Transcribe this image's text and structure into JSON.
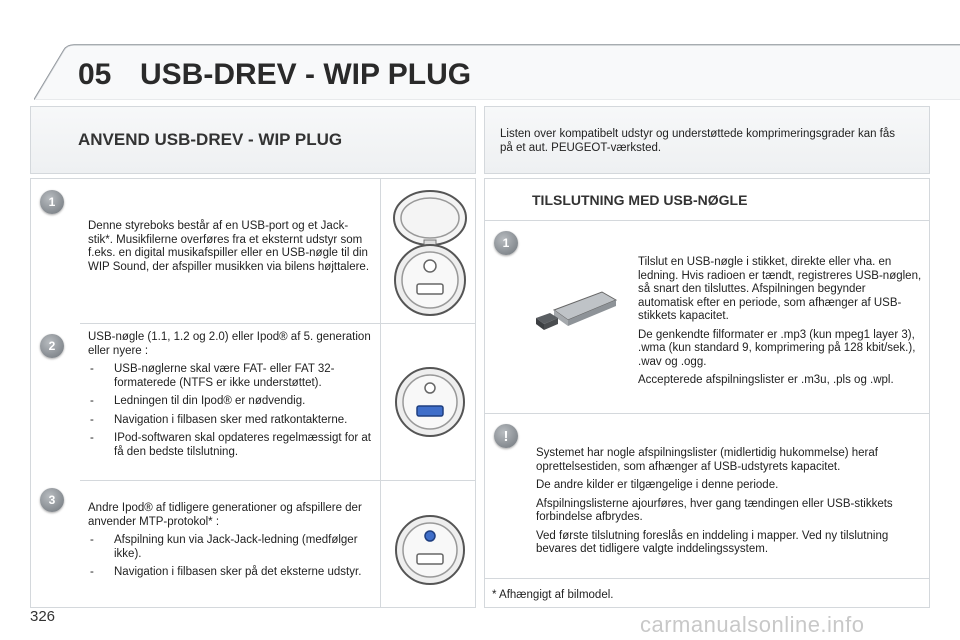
{
  "header": {
    "chapter": "05",
    "title": "USB-DREV - WIP PLUG"
  },
  "left": {
    "title": "ANVEND USB-DREV - WIP PLUG",
    "s1": {
      "num": "1",
      "text": "Denne styreboks består af en USB-port og et Jack-stik*. Musikfilerne overføres fra et eksternt udstyr som f.eks. en digital musikafspiller eller en USB-nøgle til din WIP Sound, der afspiller musikken via bilens højttalere."
    },
    "s2": {
      "num": "2",
      "intro": "USB-nøgle (1.1, 1.2 og 2.0) eller Ipod® af 5. generation eller nyere :",
      "bullets": [
        "USB-nøglerne skal være FAT- eller FAT 32-formaterede (NTFS er ikke understøttet).",
        "Ledningen til din Ipod® er nødvendig.",
        "Navigation i filbasen sker med ratkontakterne.",
        "IPod-softwaren skal opdateres regelmæssigt for at få den bedste tilslutning."
      ]
    },
    "s3": {
      "num": "3",
      "intro": "Andre Ipod® af tidligere generationer og afspillere der anvender MTP-protokol* :",
      "bullets": [
        "Afspilning kun via Jack-Jack-ledning (medfølger ikke).",
        "Navigation i filbasen sker på det eksterne udstyr."
      ]
    }
  },
  "right": {
    "intro": "Listen over kompatibelt udstyr og understøttede komprimeringsgrader kan fås på et aut. PEUGEOT-værksted.",
    "title": "TILSLUTNING MED USB-NØGLE",
    "s1": {
      "num": "1",
      "p1": "Tilslut en USB-nøgle i stikket, direkte eller vha. en ledning. Hvis radioen er tændt, registreres USB-nøglen, så snart den tilsluttes. Afspilningen begynder automatisk efter en periode, som afhænger af USB-stikkets kapacitet.",
      "p2": "De genkendte filformater er .mp3 (kun mpeg1 layer 3), .wma (kun standard 9, komprimering på 128 kbit/sek.), .wav og .ogg.",
      "p3": "Accepterede afspilningslister er .m3u, .pls og .wpl."
    },
    "warn": {
      "num": "!",
      "p1": "Systemet har nogle afspilningslister (midlertidig hukommelse) heraf oprettelsestiden, som afhænger af USB-udstyrets kapacitet.",
      "p2": "De andre kilder er tilgængelige i denne periode.",
      "p3": "Afspilningslisterne ajourføres, hver gang tændingen eller USB-stikkets forbindelse afbrydes.",
      "p4": "Ved første tilslutning foreslås en inddeling i mapper. Ved ny tilslutning bevares det tidligere valgte inddelingssystem."
    },
    "footnote": "* Afhængigt af bilmodel."
  },
  "page_number": "326",
  "watermark": "carmanualsonline.info"
}
